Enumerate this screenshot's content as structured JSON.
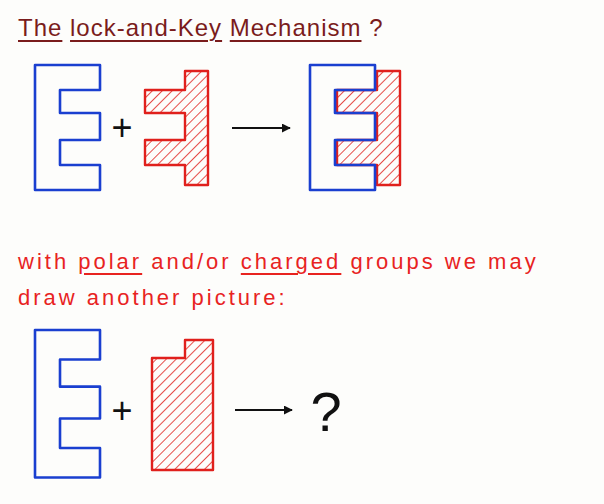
{
  "diagram": {
    "title": "The lock-and-Key Mechanism ?",
    "labels": [
      "+",
      "+",
      "with polar and/or charged groups we may draw another picture:",
      "?"
    ]
  }
}
